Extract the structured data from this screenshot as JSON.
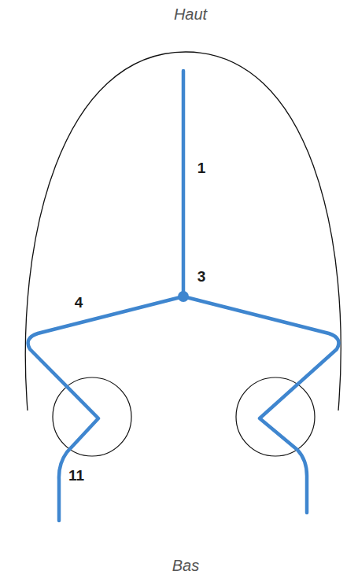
{
  "diagram": {
    "labels": [
      "Haut",
      "1",
      "3",
      "4",
      "11",
      "Bas"
    ]
  }
}
